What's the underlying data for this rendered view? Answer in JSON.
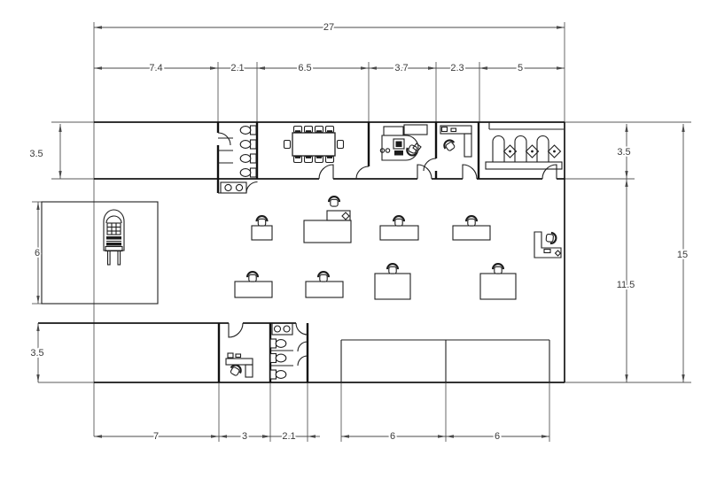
{
  "drawing": {
    "type": "cad-floor-plan",
    "background_color": "#ffffff",
    "wall_color": "#1a1a1a",
    "dimension_color": "#4a4a4a",
    "dimensions": {
      "top_total": "27",
      "top": [
        "7.4",
        "2.1",
        "6.5",
        "3.7",
        "2.3",
        "5"
      ],
      "left": [
        "3.5",
        "6",
        "3.5"
      ],
      "right": [
        "3.5",
        "11.5",
        "15"
      ],
      "bottom": [
        "7",
        "3",
        "2.1",
        "6",
        "6"
      ]
    },
    "symbols": [
      "conference-table-with-chairs",
      "office-desk",
      "office-chair",
      "l-shaped-desk",
      "computer-workstation",
      "toilet",
      "sink-counter",
      "booth-stall",
      "vending-machine",
      "door-swing"
    ]
  }
}
